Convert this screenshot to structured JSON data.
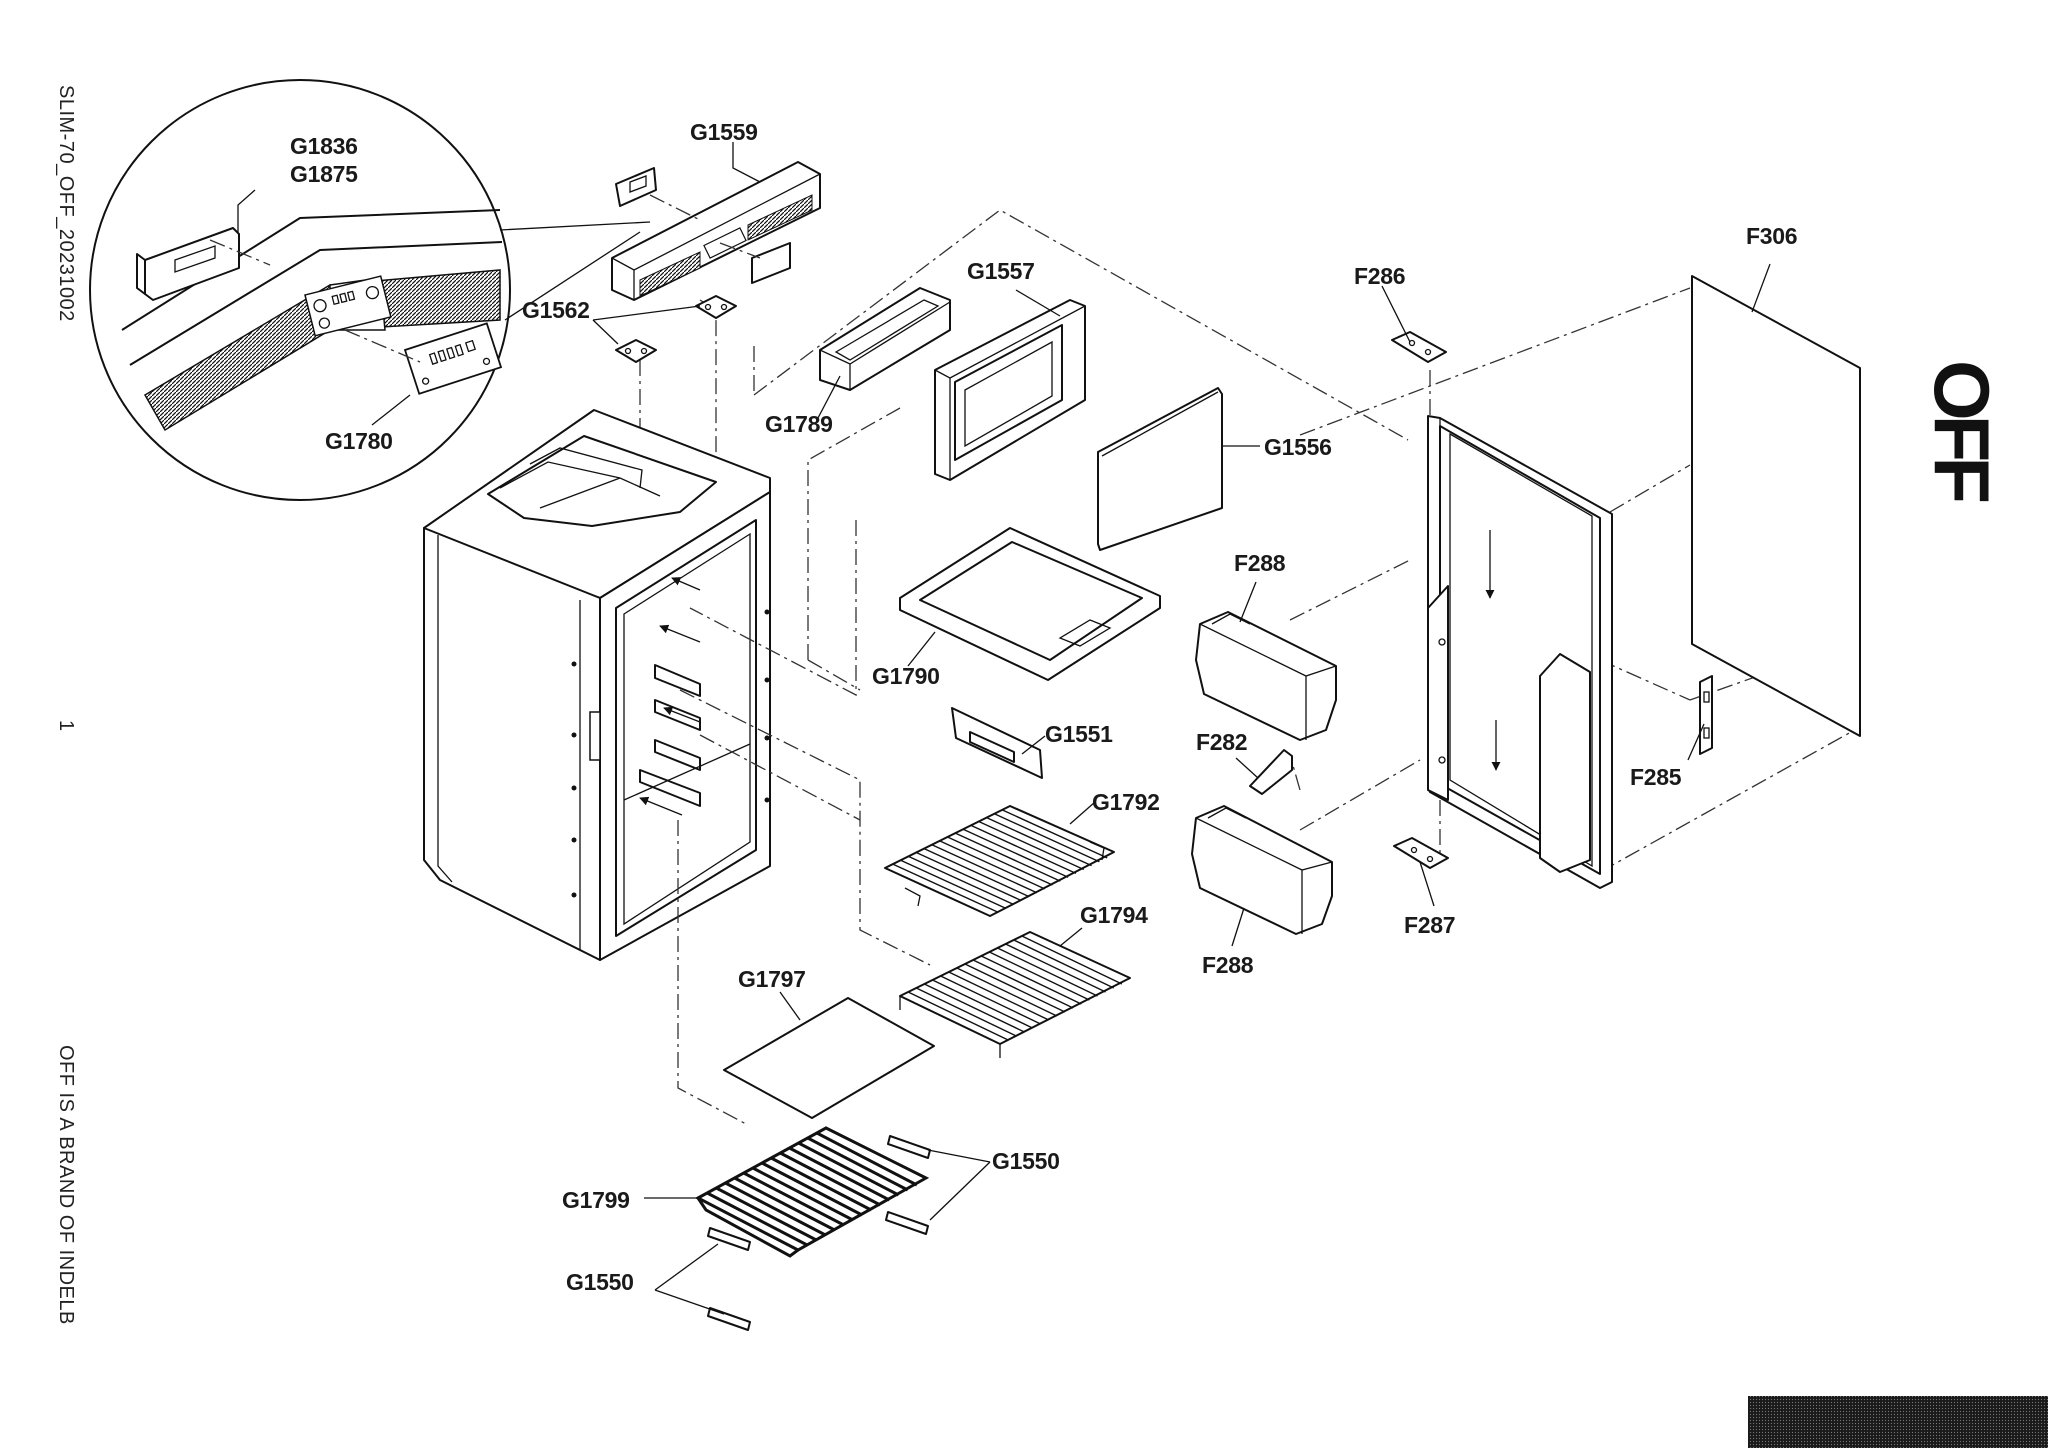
{
  "doc": {
    "code": "SLIM-70_OFF_20231002",
    "page": "1",
    "brand_note": "OFF IS A BRAND OF INDELB",
    "logo_text": "OFF"
  },
  "labels": {
    "G1559": "G1559",
    "G1836": "G1836",
    "G1875": "G1875",
    "G1562": "G1562",
    "G1780": "G1780",
    "G1557": "G1557",
    "G1789": "G1789",
    "G1556": "G1556",
    "G1790": "G1790",
    "G1551": "G1551",
    "G1792": "G1792",
    "G1794": "G1794",
    "G1797": "G1797",
    "G1799": "G1799",
    "G1550a": "G1550",
    "G1550b": "G1550",
    "F306": "F306",
    "F286": "F286",
    "F288a": "F288",
    "F282": "F282",
    "F285": "F285",
    "F288b": "F288",
    "F287": "F287"
  }
}
